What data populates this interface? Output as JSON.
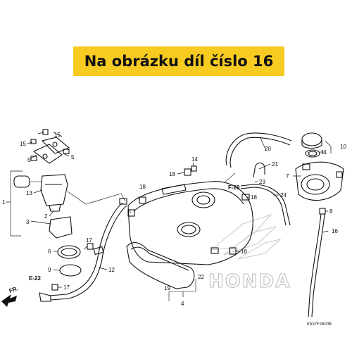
{
  "banner": {
    "text": "Na obrázku díl číslo 16",
    "color": "#f7cb21"
  },
  "callouts": [
    {
      "id": "c1",
      "text": "1"
    },
    {
      "id": "c2",
      "text": "2"
    },
    {
      "id": "c3",
      "text": "3"
    },
    {
      "id": "c4",
      "text": "4"
    },
    {
      "id": "c5a",
      "text": "5"
    },
    {
      "id": "c5b",
      "text": "5"
    },
    {
      "id": "c6",
      "text": "6"
    },
    {
      "id": "c7",
      "text": "7"
    },
    {
      "id": "c8",
      "text": "8"
    },
    {
      "id": "c9",
      "text": "9"
    },
    {
      "id": "c10",
      "text": "10"
    },
    {
      "id": "c11",
      "text": "11"
    },
    {
      "id": "c12",
      "text": "12"
    },
    {
      "id": "c13",
      "text": "13"
    },
    {
      "id": "c14",
      "text": "14"
    },
    {
      "id": "c15a",
      "text": "15"
    },
    {
      "id": "c15b",
      "text": "15"
    },
    {
      "id": "c16",
      "text": "16"
    },
    {
      "id": "c17a",
      "text": "17"
    },
    {
      "id": "c17b",
      "text": "17"
    },
    {
      "id": "c18a",
      "text": "18"
    },
    {
      "id": "c18b",
      "text": "18"
    },
    {
      "id": "c18c",
      "text": "18"
    },
    {
      "id": "c18d",
      "text": "18"
    },
    {
      "id": "c19",
      "text": "19"
    },
    {
      "id": "c20",
      "text": "20"
    },
    {
      "id": "c21",
      "text": "21"
    },
    {
      "id": "c22",
      "text": "22"
    },
    {
      "id": "c23",
      "text": "23"
    },
    {
      "id": "c24",
      "text": "24"
    }
  ],
  "section_refs": {
    "e22": "E-22",
    "f29": "F-29"
  },
  "direction_label": "FR.",
  "watermark": "HONDA",
  "figure_code": "K537F2600B"
}
